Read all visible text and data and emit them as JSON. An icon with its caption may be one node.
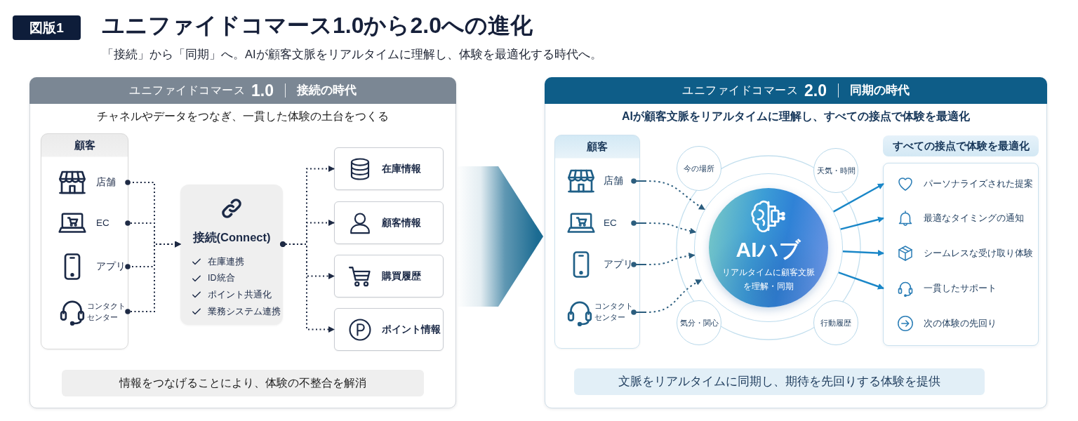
{
  "diagram": {
    "title": "ユニファイドコマース1.0から2.0への進化",
    "nodes": [
      {
        "text": [
          "ユニファイドコマース",
          "1.0",
          "接続の時代",
          "チャネルやデータをつなぎ、一貫した体験の土台をつくる"
        ]
      },
      {
        "text": [
          "顧客"
        ],
        "in": 0
      },
      {
        "text": [
          "店舗"
        ],
        "in": 1
      },
      {
        "text": [
          "EC"
        ],
        "in": 1
      },
      {
        "text": [
          "アプリ"
        ],
        "in": 1
      },
      {
        "text": [
          "コンタクトセンター"
        ],
        "in": 1
      },
      {
        "text": [
          "接続(Connect)",
          "在庫連携",
          "ID統合",
          "ポイント共通化",
          "業務システム連携"
        ],
        "in": 0
      },
      {
        "text": [
          "在庫情報"
        ],
        "in": 0
      },
      {
        "text": [
          "顧客情報"
        ],
        "in": 0
      },
      {
        "text": [
          "購買履歴"
        ],
        "in": 0
      },
      {
        "text": [
          "ポイント情報"
        ],
        "in": 0
      },
      {
        "text": [
          "情報をつなげることにより、体験の不整合を解消"
        ],
        "in": 0
      },
      {
        "text": [
          "ユニファイドコマース",
          "2.0",
          "同期の時代",
          "AIが顧客文脈をリアルタイムに理解し、すべての接点で体験を最適化"
        ]
      },
      {
        "text": [
          "顧客"
        ],
        "in": 12
      },
      {
        "text": [
          "店舗"
        ],
        "in": 13
      },
      {
        "text": [
          "EC"
        ],
        "in": 13
      },
      {
        "text": [
          "アプリ"
        ],
        "in": 13
      },
      {
        "text": [
          "コンタクトセンター"
        ],
        "in": 13
      },
      {
        "text": [
          "今の場所"
        ],
        "in": 12
      },
      {
        "text": [
          "天気・時間"
        ],
        "in": 12
      },
      {
        "text": [
          "AIハブ",
          "リアルタイムに顧客文脈を理解・同期"
        ],
        "in": 12
      },
      {
        "text": [
          "気分・関心"
        ],
        "in": 12
      },
      {
        "text": [
          "行動履歴"
        ],
        "in": 12
      },
      {
        "text": [
          "すべての接点で体験を最適化"
        ],
        "in": 12
      },
      {
        "text": [
          "パーソナライズされた提案"
        ],
        "in": 23
      },
      {
        "text": [
          "最適なタイミングの通知"
        ],
        "in": 23
      },
      {
        "text": [
          "シームレスな受け取り体験"
        ],
        "in": 23
      },
      {
        "text": [
          "一貫したサポート"
        ],
        "in": 23
      },
      {
        "text": [
          "次の体験の先回り"
        ],
        "in": 23
      },
      {
        "text": [
          "文脈をリアルタイムに同期し、期待を先回りする体験を提供"
        ],
        "in": 12
      }
    ],
    "edges": [
      {
        "from": 2,
        "to": 6,
        "arrow": "to",
        "style": "dashed"
      },
      {
        "from": 3,
        "to": 6,
        "arrow": "to",
        "style": "dashed"
      },
      {
        "from": 4,
        "to": 6,
        "arrow": "to",
        "style": "dashed"
      },
      {
        "from": 5,
        "to": 6,
        "arrow": "to",
        "style": "dashed"
      },
      {
        "from": 6,
        "to": 7,
        "arrow": "to",
        "style": "dashed"
      },
      {
        "from": 6,
        "to": 8,
        "arrow": "to",
        "style": "dashed"
      },
      {
        "from": 6,
        "to": 9,
        "arrow": "to",
        "style": "dashed"
      },
      {
        "from": 6,
        "to": 10,
        "arrow": "to",
        "style": "dashed"
      },
      {
        "from": 0,
        "to": 12,
        "arrow": "to",
        "style": "thick",
        "color": "#1b6b92"
      },
      {
        "from": 14,
        "to": 20,
        "arrow": "to",
        "style": "dashed",
        "color": "#2b5d7e"
      },
      {
        "from": 15,
        "to": 20,
        "arrow": "to",
        "style": "dashed",
        "color": "#2b5d7e"
      },
      {
        "from": 16,
        "to": 20,
        "arrow": "to",
        "style": "dashed",
        "color": "#2b5d7e"
      },
      {
        "from": 17,
        "to": 20,
        "arrow": "to",
        "style": "dashed",
        "color": "#2b5d7e"
      },
      {
        "from": 20,
        "to": 24,
        "arrow": "to",
        "color": "#1a87c8"
      },
      {
        "from": 20,
        "to": 25,
        "arrow": "to",
        "color": "#1a87c8"
      },
      {
        "from": 20,
        "to": 26,
        "arrow": "to",
        "color": "#1a87c8"
      },
      {
        "from": 20,
        "to": 27,
        "arrow": "to",
        "color": "#1a87c8"
      }
    ],
    "labels": [
      "図版1",
      "「接続」から「同期」へ。AIが顧客文脈をリアルタイムに理解し、体験を最適化する時代へ。"
    ]
  }
}
